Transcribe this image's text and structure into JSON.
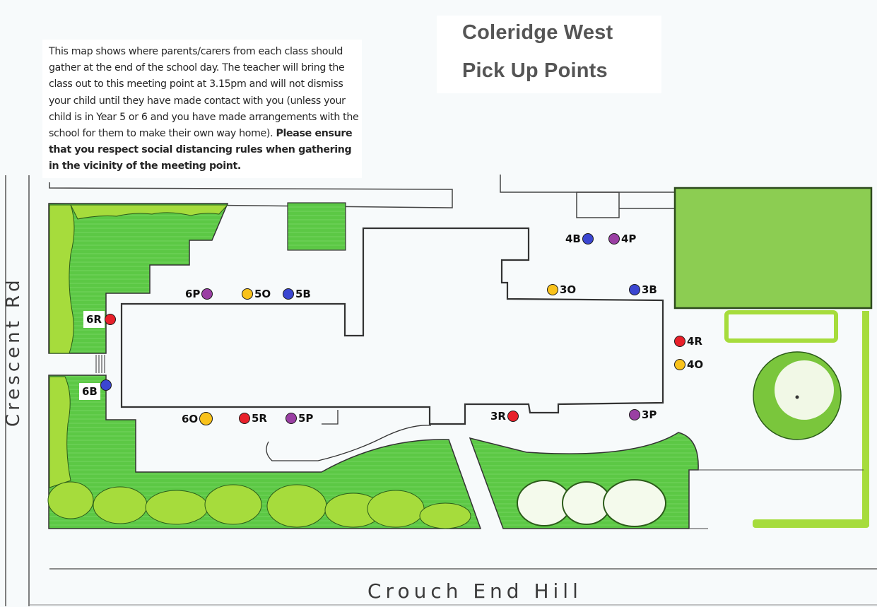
{
  "header": {
    "title_line1": "Coleridge West",
    "title_line2": "Pick Up Points"
  },
  "intro": {
    "normal": "This map shows where parents/carers from each class should gather at the end of the school day. The teacher will bring the class out to this meeting point at 3.15pm and will not dismiss your child until they have made contact with you (unless your child is in Year 5 or 6 and you have made arrangements with the school for them to make their own way home).",
    "bold": "Please ensure that you respect social distancing rules when gathering in the vicinity of the meeting point."
  },
  "roads": {
    "west": "Crescent Rd",
    "south": "Crouch End Hill"
  },
  "colors": {
    "red": "#e8202a",
    "orange": "#f9c21b",
    "blue": "#3b46d1",
    "purple": "#9a3fa3",
    "grass": "#5cc845",
    "field": "#8ccd52",
    "shrub": "#a6dc3c"
  },
  "pickup_points": [
    {
      "label": "6P",
      "color": "purple"
    },
    {
      "label": "5O",
      "color": "orange"
    },
    {
      "label": "5B",
      "color": "blue"
    },
    {
      "label": "6R",
      "color": "red"
    },
    {
      "label": "6B",
      "color": "blue"
    },
    {
      "label": "6O",
      "color": "orange"
    },
    {
      "label": "5R",
      "color": "red"
    },
    {
      "label": "5P",
      "color": "purple"
    },
    {
      "label": "4B",
      "color": "blue"
    },
    {
      "label": "4P",
      "color": "purple"
    },
    {
      "label": "3O",
      "color": "orange"
    },
    {
      "label": "3B",
      "color": "blue"
    },
    {
      "label": "4R",
      "color": "red"
    },
    {
      "label": "4O",
      "color": "orange"
    },
    {
      "label": "3R",
      "color": "red"
    },
    {
      "label": "3P",
      "color": "purple"
    }
  ]
}
